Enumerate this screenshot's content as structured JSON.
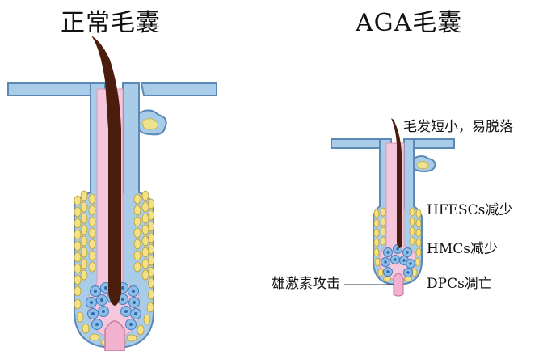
{
  "titles": {
    "normal": "正常毛囊",
    "aga": "AGA毛囊"
  },
  "labels": {
    "hair_shaft": "毛发短小，易脱落",
    "hfescs": "HFESCs减少",
    "hmcs": "HMCs减少",
    "dpcs": "DPCs凋亡",
    "androgen": "雄激素攻击"
  },
  "colors": {
    "sheath_blue": "#a9cde8",
    "outline": "#5b89b6",
    "inner_pink": "#f5c7dc",
    "hair": "#4a1d0c",
    "stem_cell_yellow": "#f3e184",
    "matrix_cell_blue": "#3f7fc0",
    "papilla_pink": "#f2b2cf",
    "gland_yellow": "#efe28c"
  }
}
